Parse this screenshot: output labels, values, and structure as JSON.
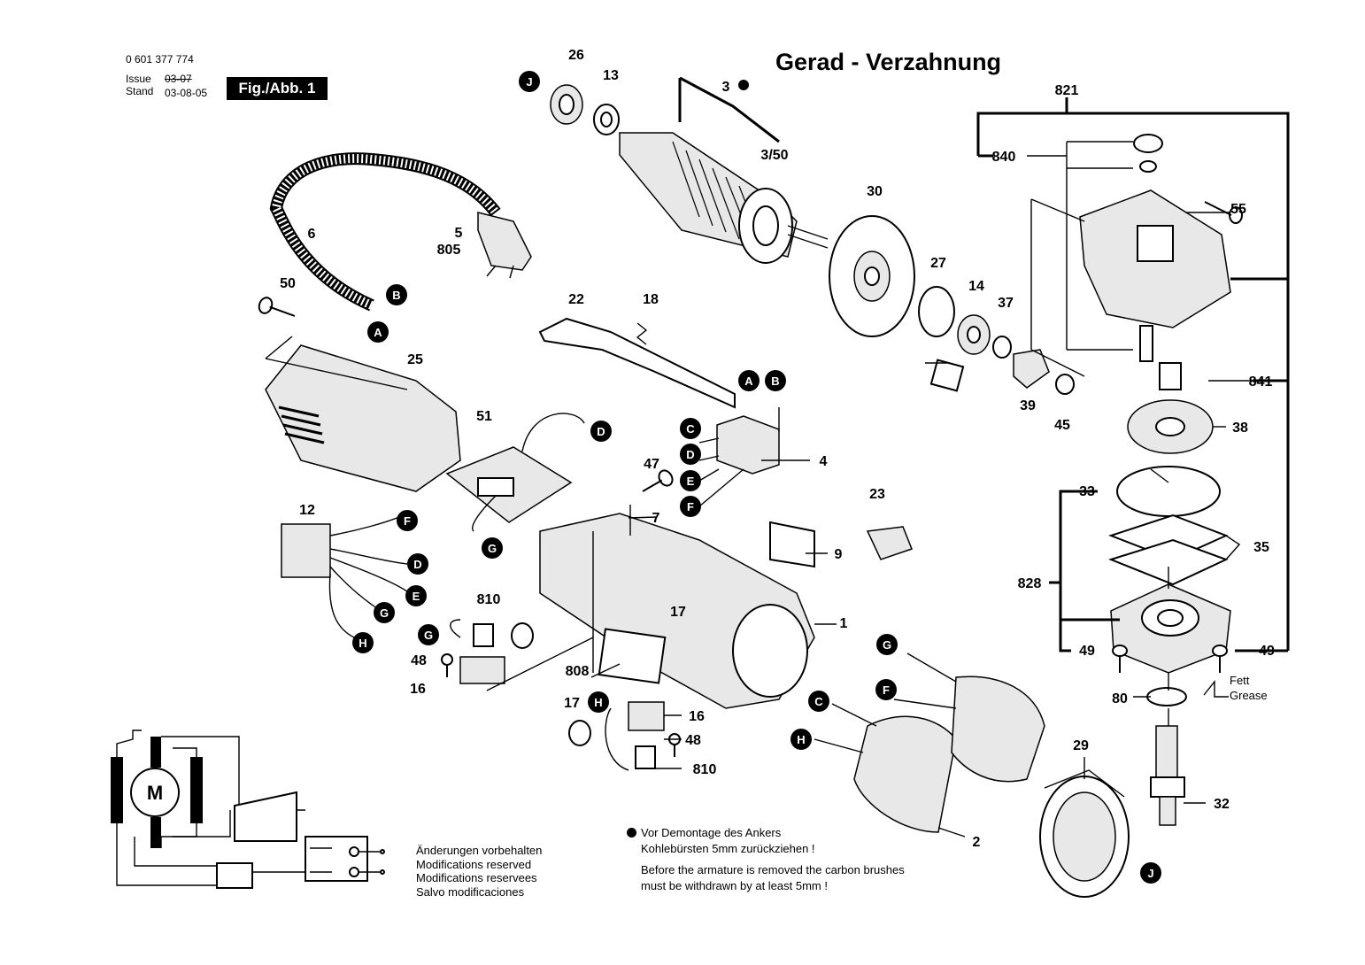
{
  "header": {
    "part_number": "0 601 377 774",
    "issue_label": "Issue",
    "stand_label": "Stand",
    "issue_date": "03-07",
    "stand_date": "03-08-05",
    "figure_label": "Fig./Abb. 1"
  },
  "title": "Gerad - Verzahnung",
  "callouts": [
    "1",
    "2",
    "3",
    "3/50",
    "4",
    "5",
    "805",
    "6",
    "7",
    "9",
    "12",
    "13",
    "14",
    "16",
    "16",
    "17",
    "17",
    "18",
    "22",
    "23",
    "25",
    "26",
    "27",
    "29",
    "30",
    "32",
    "33",
    "35",
    "37",
    "38",
    "39",
    "45",
    "47",
    "48",
    "48",
    "49",
    "49",
    "50",
    "51",
    "55",
    "80",
    "808",
    "810",
    "810",
    "821",
    "828",
    "840",
    "841"
  ],
  "connectors": [
    "A",
    "A",
    "B",
    "B",
    "C",
    "C",
    "D",
    "D",
    "D",
    "E",
    "E",
    "F",
    "F",
    "F",
    "G",
    "G",
    "G",
    "G",
    "H",
    "H",
    "H",
    "J",
    "J"
  ],
  "motor_symbol": "M",
  "grease_note": [
    "Fett",
    "Grease"
  ],
  "notes": {
    "modifications": [
      "Änderungen vorbehalten",
      "Modifications reserved",
      "Modifications reservees",
      "Salvo modificaciones"
    ],
    "armature_de_1": "Vor Demontage des Ankers",
    "armature_de_2": "Kohlebürsten 5mm zurückziehen !",
    "armature_en_1": "Before the armature is removed the carbon brushes",
    "armature_en_2": "must be withdrawn by at least 5mm !"
  }
}
